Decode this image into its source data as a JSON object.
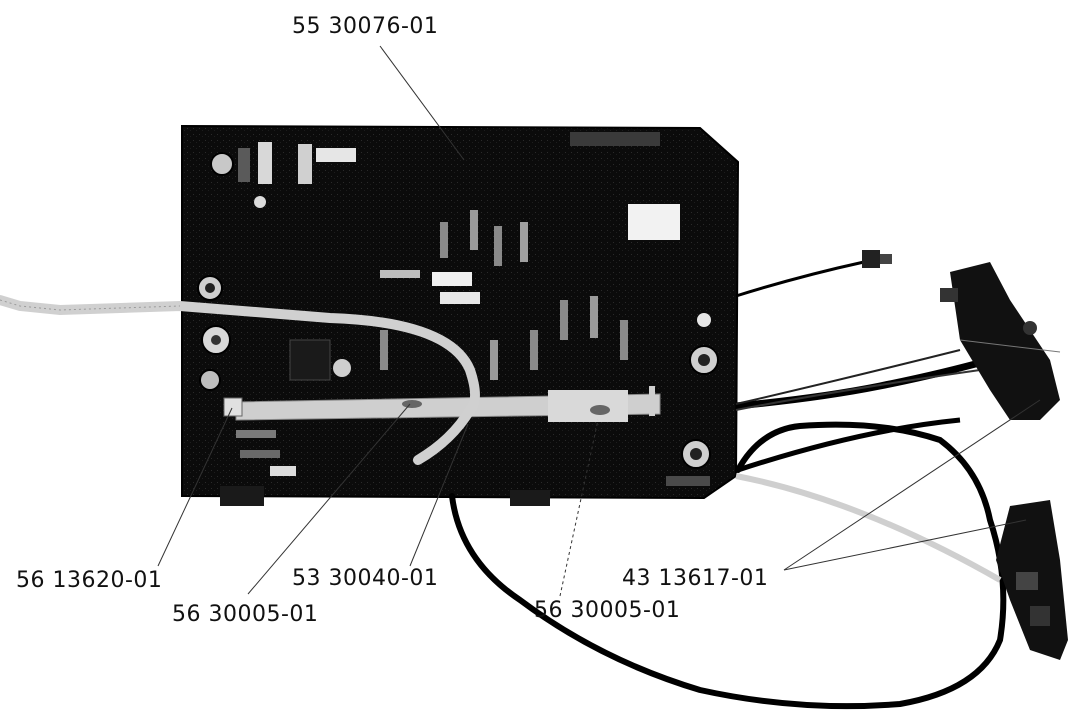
{
  "figure": {
    "part_labels": [
      "55 30076-01",
      "56 13620-01",
      "56 30005-01",
      "53 30040-01",
      "56 30005-01",
      "43 13617-01"
    ]
  }
}
